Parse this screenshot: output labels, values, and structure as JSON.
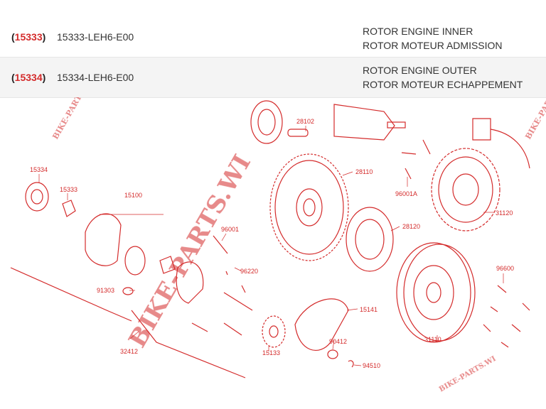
{
  "parts": [
    {
      "ref": "15333",
      "code": "15333-LEH6-E00",
      "desc_en": "ROTOR ENGINE INNER",
      "desc_fr": "ROTOR MOTEUR ADMISSION"
    },
    {
      "ref": "15334",
      "code": "15334-LEH6-E00",
      "desc_en": "ROTOR ENGINE OUTER",
      "desc_fr": "ROTOR MOTEUR ECHAPPEMENT"
    }
  ],
  "diagram": {
    "labels": [
      "28102",
      "28110",
      "96001A",
      "31120",
      "15334",
      "15333",
      "15100",
      "28120",
      "96001",
      "96220",
      "91303",
      "96600",
      "15141",
      "31110",
      "90412",
      "94510",
      "15133",
      "32412"
    ],
    "watermark": "BIKE-PARTS.WI",
    "watermark_small": "BIKE-PARTS.WI",
    "watermark_small2": "BIKE-PARTS.WI",
    "watermark_bottom": "BIKE-PARTS.WI"
  },
  "colors": {
    "accent": "#d42b2b",
    "line": "#d42b2b"
  }
}
